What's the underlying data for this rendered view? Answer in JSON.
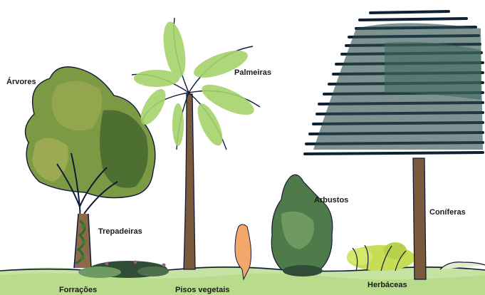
{
  "labels": {
    "arvores": "Árvores",
    "palmeiras": "Palmeiras",
    "trepadeiras": "Trepadeiras",
    "arbustos": "Arbustos",
    "coniferas": "Coníferas",
    "forracoes": "Forrações",
    "pisos_vegetais": "Pisos vegetais",
    "herbaceas": "Herbáceas"
  },
  "colors": {
    "ground": "#b9dc8c",
    "tree_canopy": "#6f8a3c",
    "palm_leaf": "#a6d36b",
    "conifer": "#1f3a3a",
    "trunk": "#7a5a3c",
    "shrub": "#4f7a4a",
    "herb": "#c6dd55",
    "human": "#f2a86b",
    "outline": "#121a3a"
  }
}
